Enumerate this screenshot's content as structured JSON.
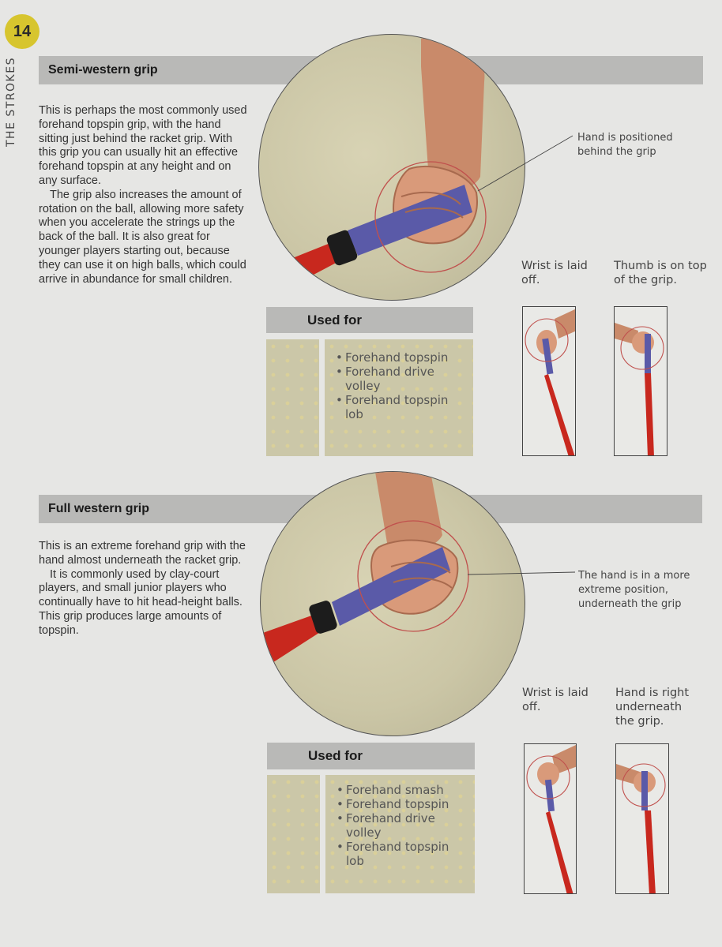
{
  "page": {
    "number": "14",
    "section_label": "THE STROKES"
  },
  "sections": [
    {
      "title": "Semi-western grip",
      "paragraphs": [
        "This is perhaps the most commonly used forehand topspin grip, with the hand sitting just behind the racket grip. With this grip you can usually hit an effective forehand topspin at any height and on any surface.",
        "The grip also increases the amount of rotation on the ball, allowing more safety when you accelerate the strings up the back of the ball. It is also great for younger players starting out, because they can use it on high balls, which could arrive in abundance for small children."
      ],
      "callout": "Hand is positioned behind the grip",
      "used_for_title": "Used for",
      "used_for": [
        "Forehand topspin",
        "Forehand drive volley",
        "Forehand topspin lob"
      ],
      "thumb_captions": [
        "Wrist is laid off.",
        "Thumb is on top of the grip."
      ]
    },
    {
      "title": "Full western grip",
      "paragraphs": [
        "This is an extreme forehand grip with the hand almost underneath the racket grip.",
        "It is commonly used by clay-court players, and small junior players who continually have to hit head-height balls. This grip produces large amounts of topspin."
      ],
      "callout": "The hand is in a more extreme position, underneath the grip",
      "used_for_title": "Used for",
      "used_for": [
        "Forehand smash",
        "Forehand topspin",
        "Forehand drive volley",
        "Forehand topspin lob"
      ],
      "thumb_captions": [
        "Wrist is laid off.",
        "Hand is right underneath the grip."
      ]
    }
  ],
  "colors": {
    "page_background": "#e6e6e4",
    "title_bar": "#b9b9b7",
    "page_badge": "#d7c52e",
    "highlight_circle": "#c0504d",
    "racket_red": "#c8281e",
    "grip_blue": "#5a5aa8"
  }
}
